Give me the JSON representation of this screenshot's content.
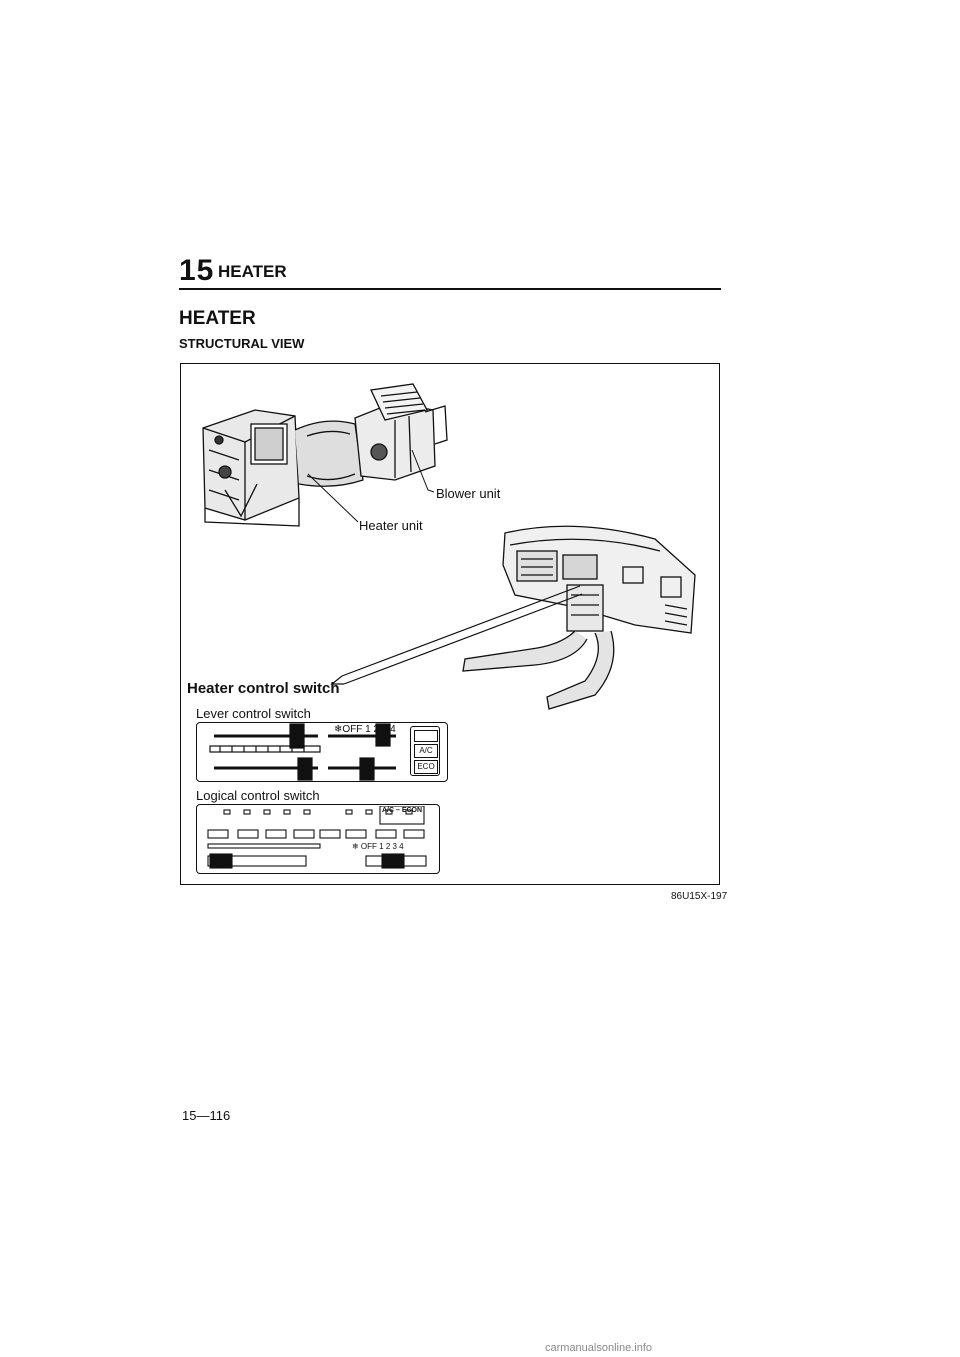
{
  "header": {
    "chapter_number": "15",
    "chapter_title": "HEATER"
  },
  "section": {
    "title": "HEATER",
    "subtitle": "STRUCTURAL VIEW"
  },
  "figure": {
    "labels": {
      "blower_unit": "Blower unit",
      "heater_unit": "Heater unit",
      "heater_control_switch": "Heater control switch",
      "lever_control_switch": "Lever control switch",
      "logical_control_switch": "Logical control switch"
    },
    "lever_switch": {
      "ac_label": "A/C",
      "eco_label": "ECO",
      "fan_scale": "❄OFF  1  2  3  4"
    },
    "logical_switch": {
      "ac_econ_label": "A/C – ECON",
      "fan_scale": "❄ OFF  1  2  3  4"
    },
    "code": "86U15X-197"
  },
  "page": {
    "number": "15—116"
  },
  "footer": {
    "watermark": "carmanualsonline.info"
  }
}
